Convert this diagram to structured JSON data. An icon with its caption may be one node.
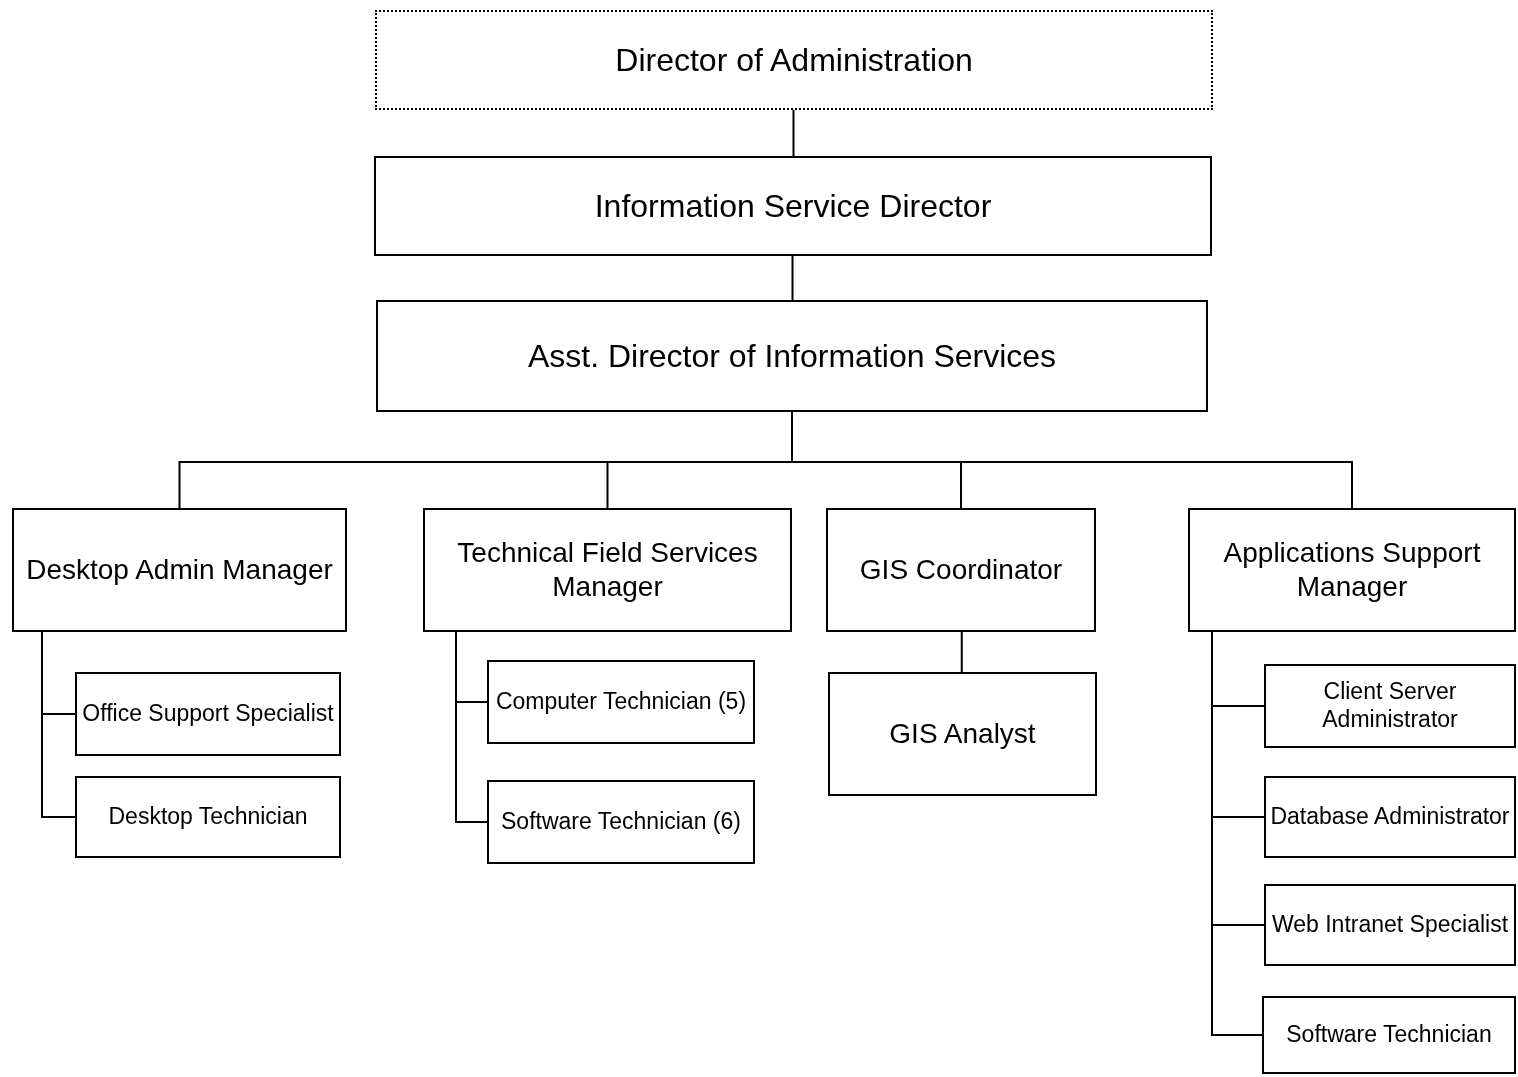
{
  "diagram": {
    "nodes": [
      {
        "text": [
          "Director of Administration"
        ]
      },
      {
        "text": [
          "Information Service Director"
        ]
      },
      {
        "text": [
          "Asst. Director of Information Services"
        ]
      },
      {
        "text": [
          "Desktop Admin Manager"
        ]
      },
      {
        "text": [
          "Technical Field Services Manager"
        ]
      },
      {
        "text": [
          "GIS Coordinator"
        ]
      },
      {
        "text": [
          "Applications Support Manager"
        ]
      },
      {
        "text": [
          "Office Support Specialist"
        ]
      },
      {
        "text": [
          "Desktop Technician"
        ]
      },
      {
        "text": [
          "Computer Technician (5)"
        ]
      },
      {
        "text": [
          "Software Technician (6)"
        ]
      },
      {
        "text": [
          "GIS Analyst"
        ]
      },
      {
        "text": [
          "Client Server Administrator"
        ]
      },
      {
        "text": [
          "Database Administrator"
        ]
      },
      {
        "text": [
          "Web Intranet Specialist"
        ]
      },
      {
        "text": [
          "Software Technician"
        ]
      }
    ],
    "edges": [
      {
        "from": 0,
        "to": 1,
        "arrow": "none"
      },
      {
        "from": 1,
        "to": 2,
        "arrow": "none"
      },
      {
        "from": 2,
        "to": 3,
        "arrow": "none"
      },
      {
        "from": 2,
        "to": 4,
        "arrow": "none"
      },
      {
        "from": 2,
        "to": 5,
        "arrow": "none"
      },
      {
        "from": 2,
        "to": 6,
        "arrow": "none"
      },
      {
        "from": 3,
        "to": 7,
        "arrow": "none"
      },
      {
        "from": 3,
        "to": 8,
        "arrow": "none"
      },
      {
        "from": 4,
        "to": 9,
        "arrow": "none"
      },
      {
        "from": 4,
        "to": 10,
        "arrow": "none"
      },
      {
        "from": 5,
        "to": 11,
        "arrow": "none"
      },
      {
        "from": 6,
        "to": 12,
        "arrow": "none"
      },
      {
        "from": 6,
        "to": 13,
        "arrow": "none"
      },
      {
        "from": 6,
        "to": 14,
        "arrow": "none"
      },
      {
        "from": 6,
        "to": 15,
        "arrow": "none"
      }
    ]
  }
}
